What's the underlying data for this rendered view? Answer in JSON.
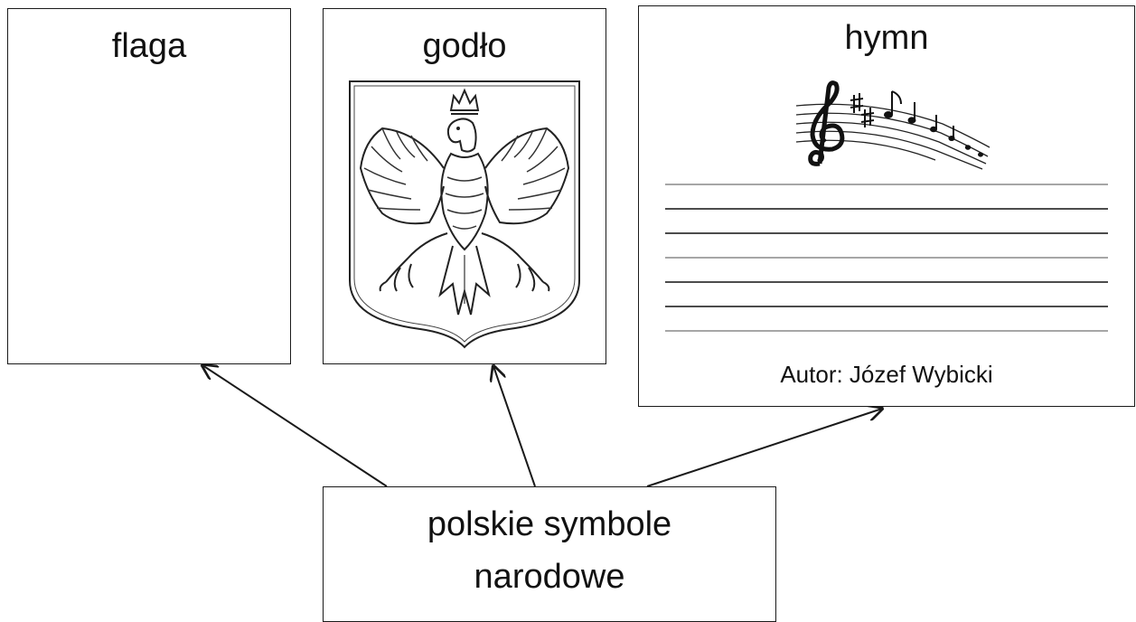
{
  "symbols": {
    "flag": {
      "title": "flaga"
    },
    "emblem": {
      "title": "godło",
      "icon": "white-eagle-emblem"
    },
    "anthem": {
      "title": "hymn",
      "icon": "music-notes",
      "author": "Autor: Józef Wybicki"
    }
  },
  "center": {
    "line1": "polskie symbole",
    "line2": "narodowe"
  }
}
